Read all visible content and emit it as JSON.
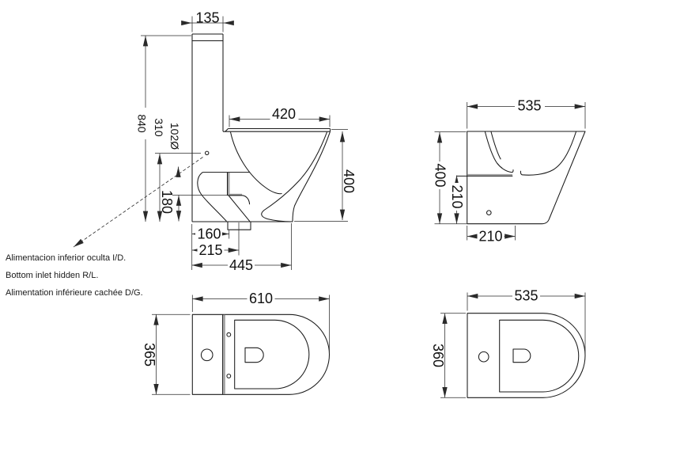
{
  "colors": {
    "line": "#1a1a1a",
    "background": "#ffffff"
  },
  "notes": {
    "line1": "Alimentacion inferior oculta I/D.",
    "line2": "Bottom inlet hidden R/L.",
    "line3": "Alimentation inférieure cachée D/G."
  },
  "side_view_with_tank": {
    "tank_width": "135",
    "overall_height": "840",
    "inlet_height": "310",
    "inlet_diameter": "102Ø",
    "outlet_height": "180",
    "seat_length": "420",
    "bowl_height": "400",
    "outlet_offset": "160",
    "outlet_center": "215",
    "overall_depth": "445"
  },
  "side_view_pan": {
    "overall_depth": "535",
    "overall_height": "400",
    "ledge_height": "210",
    "ledge_depth": "210"
  },
  "top_view_with_tank": {
    "overall_depth": "610",
    "overall_width": "365"
  },
  "top_view_pan": {
    "overall_depth": "535",
    "overall_width": "360"
  }
}
